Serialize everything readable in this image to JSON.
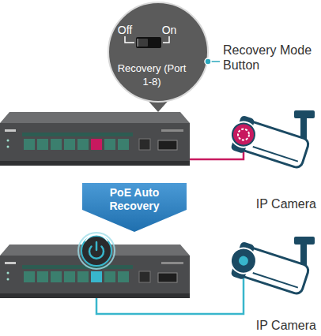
{
  "diagram": {
    "nodes": [
      {
        "text": [
          "Off",
          "On",
          "Recovery (Port 1-8)"
        ]
      },
      {
        "text": [
          "PoE Auto Recovery"
        ]
      },
      {
        "text": [
          "IP Camera"
        ]
      },
      {
        "text": [
          "IP Camera"
        ]
      }
    ],
    "labels": [
      "Recovery Mode Button"
    ]
  }
}
